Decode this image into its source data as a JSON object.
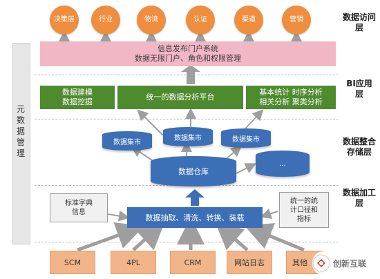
{
  "access_layer": {
    "items": [
      "决策层",
      "行业",
      "物流",
      "认证",
      "渠道",
      "营销"
    ],
    "label": "数据访问层"
  },
  "portal": {
    "title": "信息发布门户系统",
    "subtitle": "数据无限门户、角色和权限管理"
  },
  "bi_layer": {
    "label": "BI应用层",
    "left_lines": [
      "数据建模",
      "数据挖掘"
    ],
    "center": "统一的数据分析平台",
    "right_lines": [
      "基本统计 时序分析",
      "相关分析 聚类分析"
    ]
  },
  "storage_layer": {
    "label": "数据整合存储层",
    "marts": [
      "数据集市",
      "数据集市",
      "数据集市"
    ],
    "warehouse": "数据仓库",
    "other": "..."
  },
  "processing_layer": {
    "label": "数据加工层",
    "etl": "数据抽取、清洗、转换、装载",
    "left_doc": [
      "标准字典",
      "信息"
    ],
    "right_doc": [
      "统一的统",
      "计口径和",
      "指标"
    ]
  },
  "meta": {
    "label": "元数据管理"
  },
  "sources": [
    "SCM",
    "4PL",
    "CRM",
    "网站日志",
    "其他"
  ],
  "watermark": "创新互联",
  "colors": {
    "orange": "#ee8e3e",
    "pink": "#f1b7c5",
    "green": "#4e8b2e",
    "blue": "#3c6fb6",
    "peach": "#f2b58a"
  }
}
